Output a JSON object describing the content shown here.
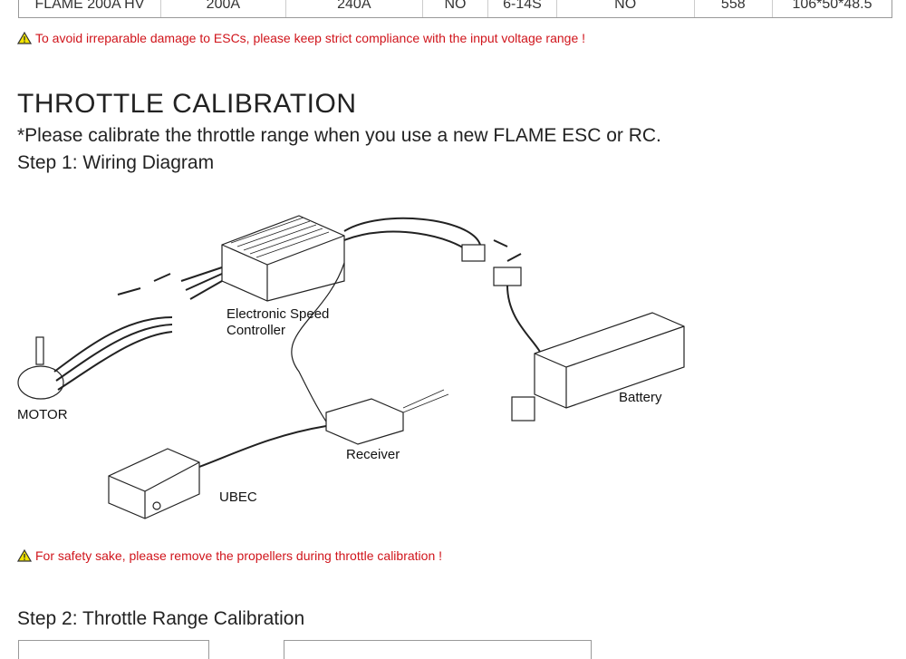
{
  "table_row": [
    "FLAME 200A HV",
    "200A",
    "240A",
    "NO",
    "6-14S",
    "NO",
    "558",
    "106*50*48.5"
  ],
  "warnings": {
    "voltage": "To avoid irreparable damage to ESCs, please keep strict compliance with the input voltage range !",
    "propellers": "For safety sake, please remove the propellers during throttle calibration !"
  },
  "section_title": "THROTTLE CALIBRATION",
  "section_note": "*Please calibrate the throttle range when you use a new FLAME ESC or RC.",
  "step1_title": "Step 1: Wiring Diagram",
  "step2_title": "Step 2: Throttle Range Calibration",
  "diagram": {
    "esc_label_1": "Electronic Speed",
    "esc_label_2": "Controller",
    "motor_label": "MOTOR",
    "receiver_label": "Receiver",
    "ubec_label": "UBEC",
    "battery_label": "Battery"
  },
  "colors": {
    "warning_text": "#d0141b",
    "warning_icon": "#f2e400"
  }
}
